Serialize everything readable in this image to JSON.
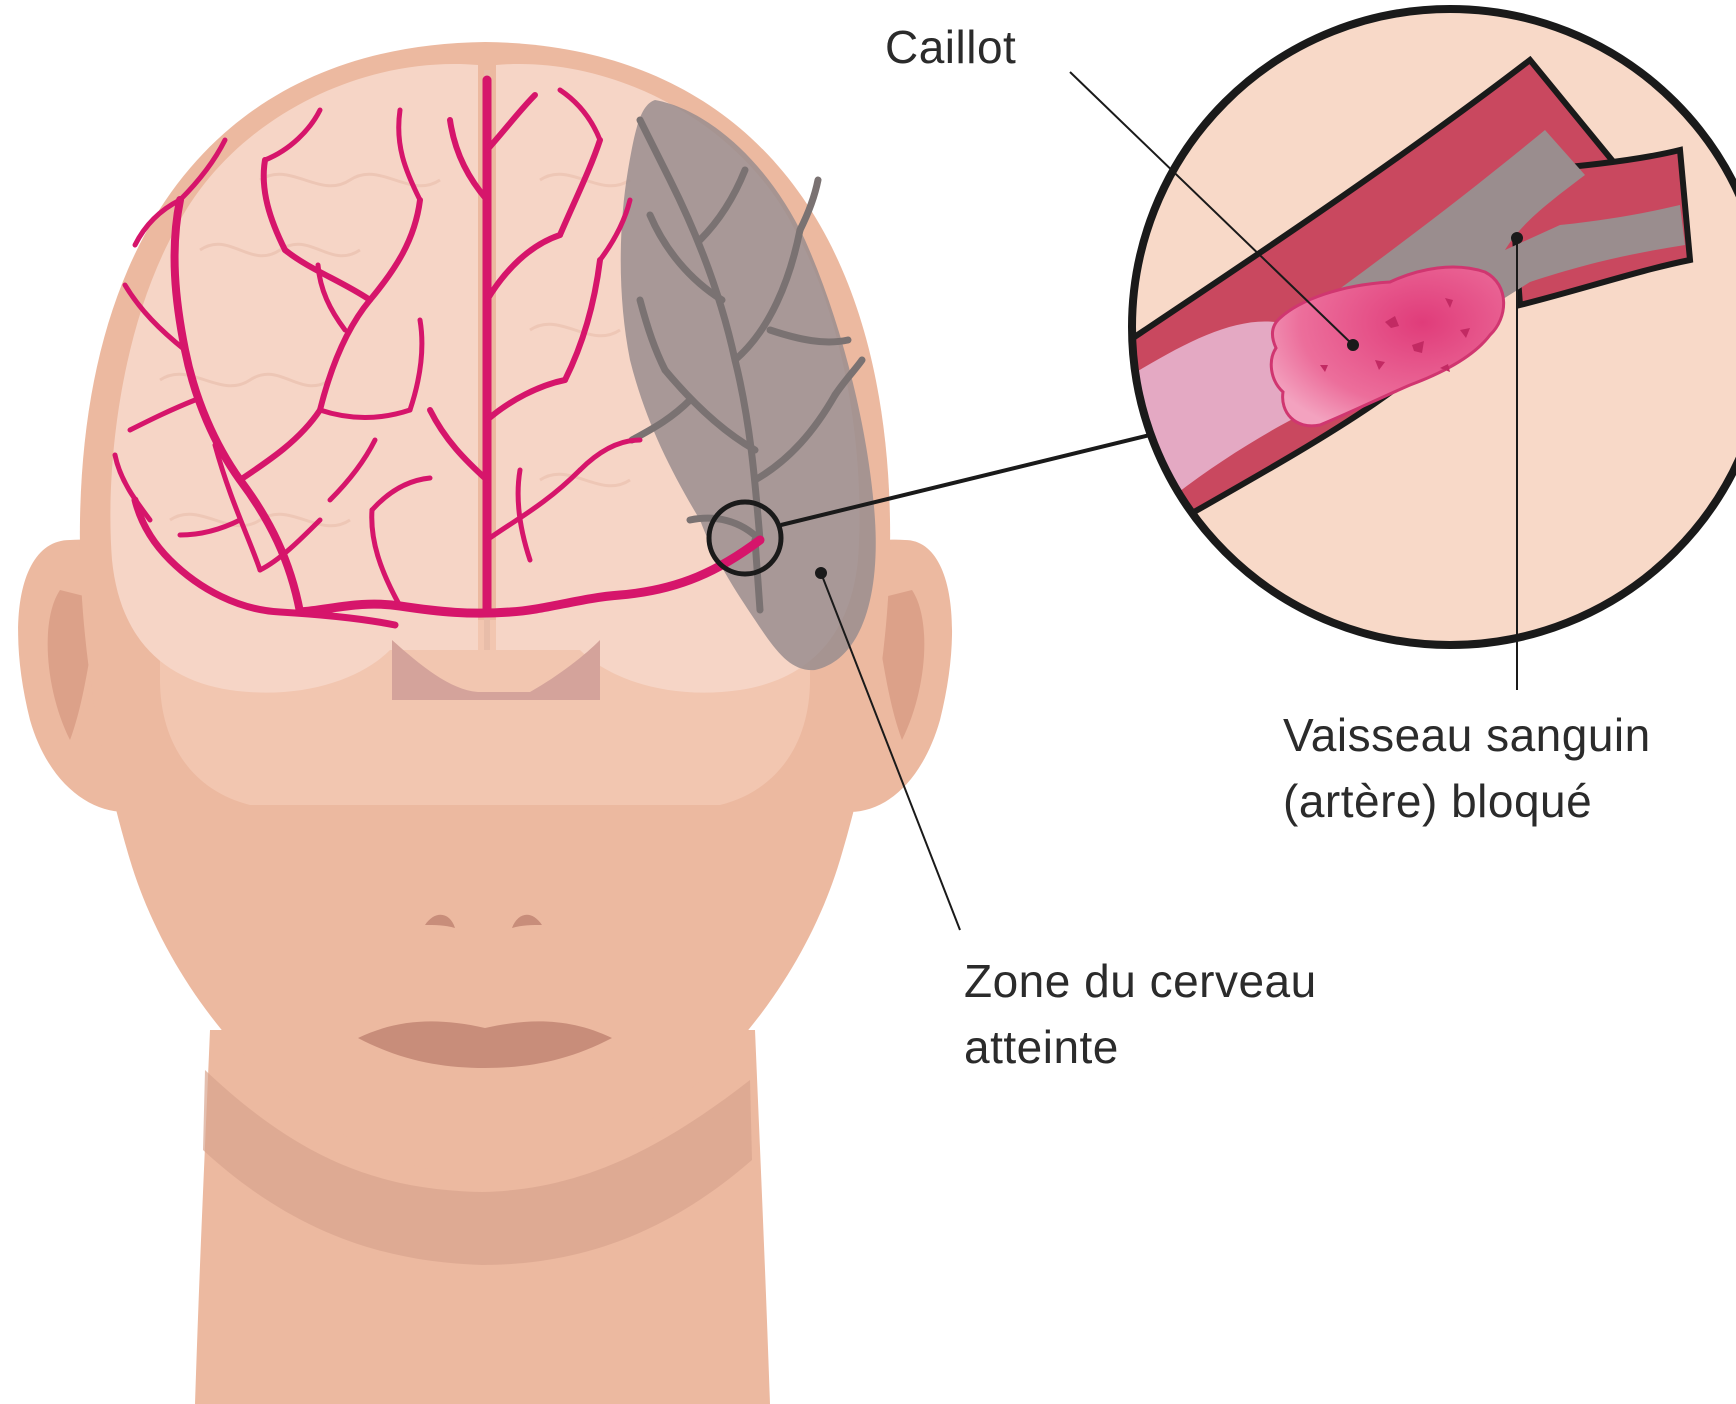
{
  "labels": {
    "clot": "Caillot",
    "vessel_line1": "Vaisseau sanguin",
    "vessel_line2": "(artère) bloqué",
    "zone_line1": "Zone du cerveau",
    "zone_line2": "atteinte"
  },
  "colors": {
    "skin": "#ecb9a0",
    "skin_shadow": "#d9a48d",
    "brain": "#f6d5c6",
    "artery": "#d6156b",
    "affected_area": "#9a8d8e",
    "affected_vessel": "#7a7272",
    "clot": "#e2457f",
    "vessel_wall": "#c9485f",
    "outline": "#1a1a1a"
  },
  "icons": [
    "head-silhouette",
    "brain",
    "artery-network",
    "clot",
    "magnifier-circle"
  ]
}
